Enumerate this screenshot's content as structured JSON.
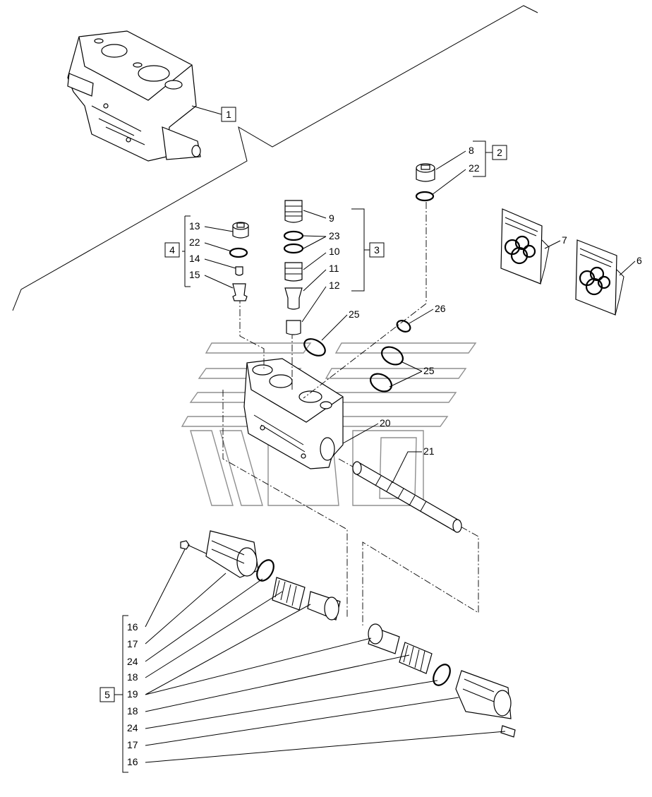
{
  "callouts": {
    "c1": "1",
    "c2": "2",
    "c3": "3",
    "c4": "4",
    "c5": "5"
  },
  "group2": [
    "8",
    "22"
  ],
  "group3": [
    "9",
    "23",
    "10",
    "11",
    "12"
  ],
  "group4": [
    "13",
    "22",
    "14",
    "15"
  ],
  "group5": [
    "16",
    "17",
    "24",
    "18",
    "19",
    "18",
    "24",
    "17",
    "16"
  ],
  "kits": {
    "seal_kit_a": "7",
    "seal_kit_b": "6"
  },
  "loose_labels": {
    "l25a": "25",
    "l26": "26",
    "l25b": "25",
    "l20": "20",
    "l21": "21"
  }
}
